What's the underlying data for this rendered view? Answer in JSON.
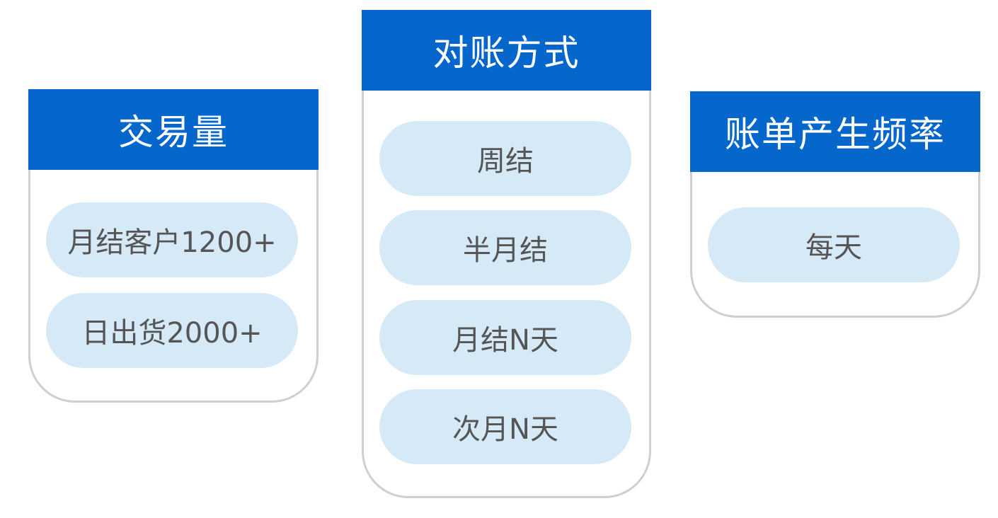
{
  "cards": [
    {
      "title": "交易量",
      "items": [
        "月结客户1200+",
        "日出货2000+"
      ]
    },
    {
      "title": "对账方式",
      "items": [
        "周结",
        "半月结",
        "月结N天",
        "次月N天"
      ]
    },
    {
      "title": "账单产生频率",
      "items": [
        "每天"
      ]
    }
  ],
  "colors": {
    "header_blue": "#0566cc",
    "pill_light_blue": "#d6e9f7",
    "card_border": "#cfcfcf",
    "pill_text": "#555555"
  }
}
